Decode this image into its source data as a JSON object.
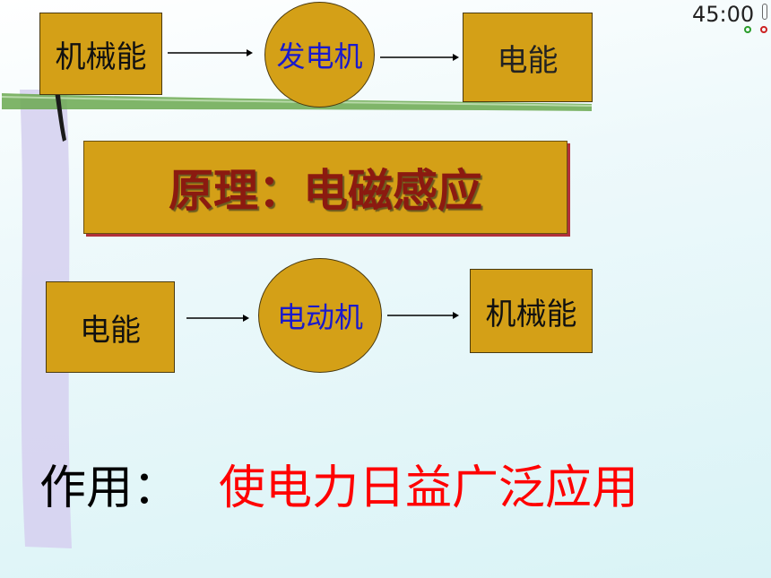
{
  "slide": {
    "top_flow": {
      "source": "机械能",
      "converter": "发电机",
      "result": "电能"
    },
    "principle": "原理：电磁感应",
    "bottom_flow": {
      "source": "电能",
      "converter": "电动机",
      "result": "机械能"
    },
    "usage": {
      "label": "作用：",
      "value": "使电力日益广泛应用"
    }
  },
  "timer": {
    "display": "45:00"
  },
  "colors": {
    "box_fill": "#d4a017",
    "converter_text": "#1a1acc",
    "principle_text": "#8b1a10",
    "usage_value": "#ff0000",
    "accent_band": "#6aa84f"
  },
  "icons": [
    "timer-icon",
    "timer-start-icon",
    "timer-reset-icon"
  ]
}
